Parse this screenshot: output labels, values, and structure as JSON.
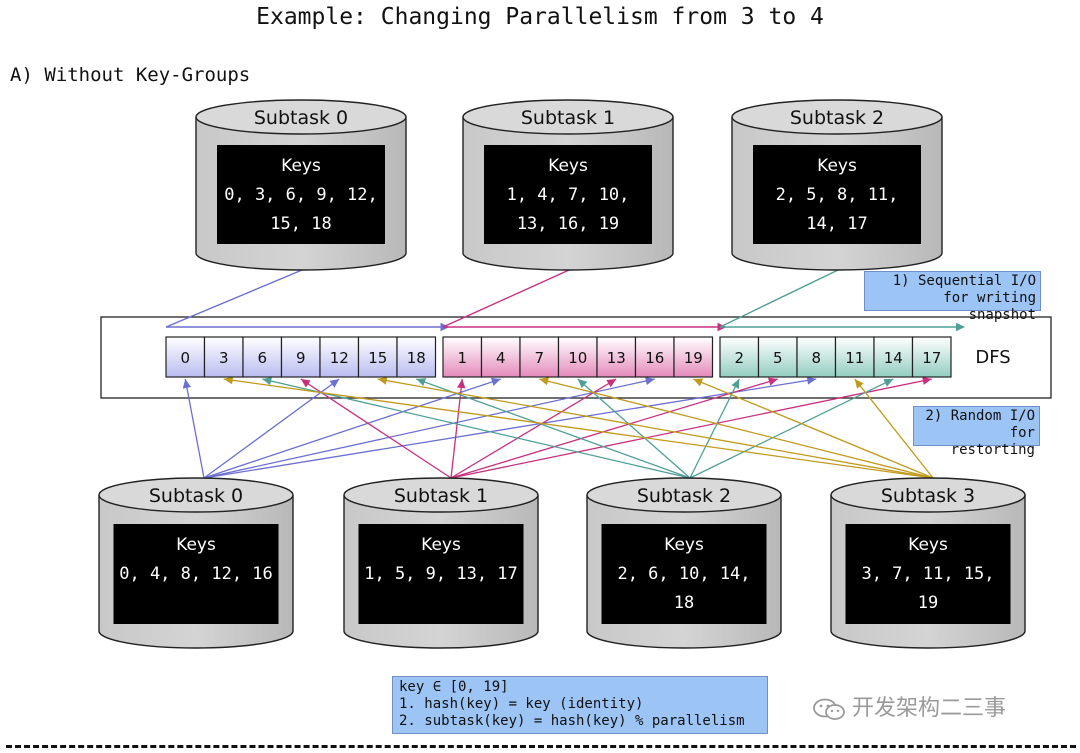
{
  "title": "Example: Changing Parallelism from 3 to 4",
  "section_label": "A) Without Key-Groups",
  "old_subtasks": [
    {
      "name": "Subtask 0",
      "keys_title": "Keys",
      "key_lines": [
        "0, 3, 6, 9, 12,",
        "15, 18"
      ]
    },
    {
      "name": "Subtask 1",
      "keys_title": "Keys",
      "key_lines": [
        "1, 4, 7, 10,",
        "13, 16, 19"
      ]
    },
    {
      "name": "Subtask 2",
      "keys_title": "Keys",
      "key_lines": [
        "2, 5, 8, 11,",
        "14, 17"
      ]
    }
  ],
  "new_subtasks": [
    {
      "name": "Subtask 0",
      "keys_title": "Keys",
      "key_lines": [
        "0, 4, 8, 12, 16"
      ]
    },
    {
      "name": "Subtask 1",
      "keys_title": "Keys",
      "key_lines": [
        "1, 5, 9, 13, 17"
      ]
    },
    {
      "name": "Subtask 2",
      "keys_title": "Keys",
      "key_lines": [
        "2, 6, 10, 14,",
        "18"
      ]
    },
    {
      "name": "Subtask 3",
      "keys_title": "Keys",
      "key_lines": [
        "3, 7, 11, 15,",
        "19"
      ]
    }
  ],
  "dfs": {
    "label": "DFS",
    "groups": [
      {
        "cells": [
          "0",
          "3",
          "6",
          "9",
          "12",
          "15",
          "18"
        ]
      },
      {
        "cells": [
          "1",
          "4",
          "7",
          "10",
          "13",
          "16",
          "19"
        ]
      },
      {
        "cells": [
          "2",
          "5",
          "8",
          "11",
          "14",
          "17"
        ]
      }
    ]
  },
  "notes": {
    "sequential": [
      "1) Sequential I/O",
      "for writing snapshot"
    ],
    "random": [
      "2) Random I/O",
      "for restorting"
    ]
  },
  "formula": [
    "key ∈ [0, 19]",
    "1. hash(key) = key (identity)",
    "2. subtask(key) = hash(key) % parallelism"
  ],
  "watermark": "开发架构二三事",
  "colors": {
    "group0": "#6b6fd1",
    "group1": "#c8307e",
    "group2": "#4f9f95",
    "restore3": "#c09a1c",
    "cell0": "#c8caf3",
    "cell1": "#ea9fc7",
    "cell2": "#a4d6cc",
    "note_bg": "#9cc4f5"
  }
}
